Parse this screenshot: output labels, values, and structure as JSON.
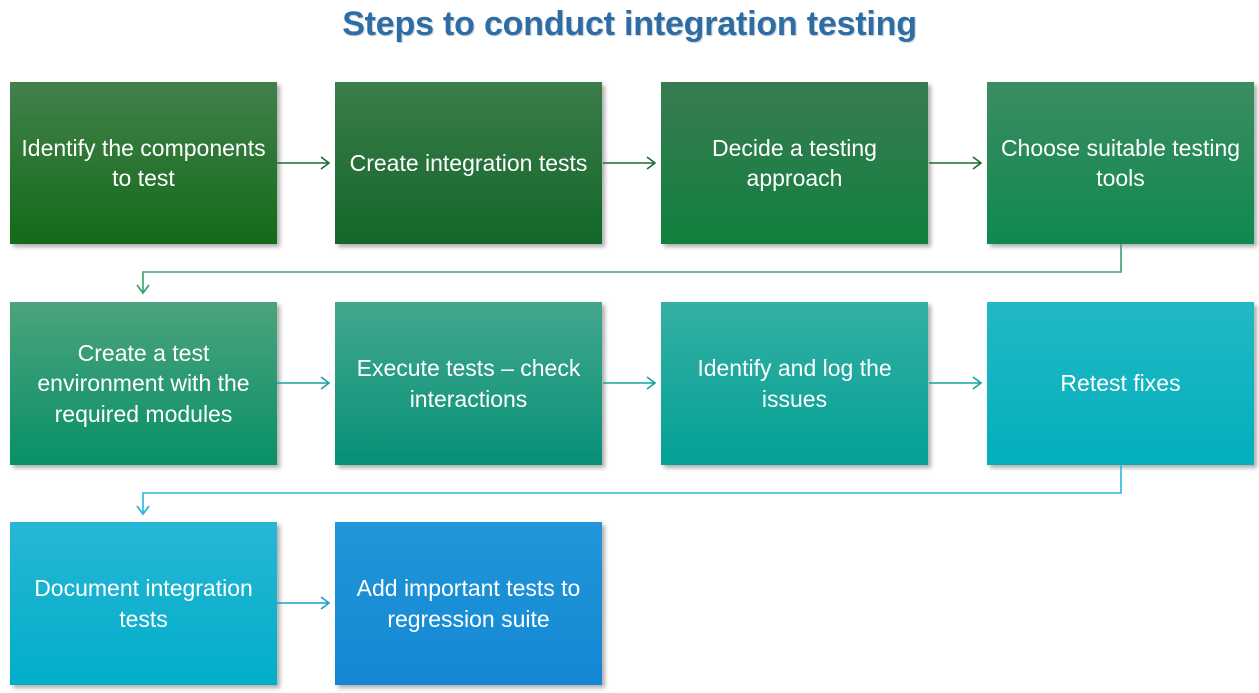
{
  "title": "Steps to conduct integration testing",
  "colors": {
    "title": "#2E6DA4",
    "row1_arrow": "#1E6B32",
    "row2_arrow": "#17A2A2",
    "row3_arrow": "#17A0CF",
    "connector1": "#3FA06A",
    "connector2": "#2BB6D8",
    "node_text": "#FFFFFF",
    "background": "#FFFFFF"
  },
  "chart_data": {
    "type": "diagram",
    "subtype": "flowchart",
    "title": "Steps to conduct integration testing",
    "flow_direction": "left-to-right, wrapping down (serpentine restart from left)",
    "node_count": 10,
    "rows": 3,
    "nodes": [
      {
        "id": 1,
        "row": 1,
        "col": 1,
        "label": "Identify the components to test",
        "fill_top": "#43804C",
        "fill_bottom": "#136B18"
      },
      {
        "id": 2,
        "row": 1,
        "col": 2,
        "label": "Create integration tests",
        "fill_top": "#3C7C4A",
        "fill_bottom": "#12672A"
      },
      {
        "id": 3,
        "row": 1,
        "col": 3,
        "label": "Decide a testing approach",
        "fill_top": "#397B53",
        "fill_bottom": "#10803E"
      },
      {
        "id": 4,
        "row": 1,
        "col": 4,
        "label": "Choose suitable testing tools",
        "fill_top": "#3C8C62",
        "fill_bottom": "#0E8A4E"
      },
      {
        "id": 5,
        "row": 2,
        "col": 1,
        "label": "Create a test environment with the required modules",
        "fill_top": "#4CA37C",
        "fill_bottom": "#089068"
      },
      {
        "id": 6,
        "row": 2,
        "col": 2,
        "label": "Execute tests – check interactions",
        "fill_top": "#43A78E",
        "fill_bottom": "#069177"
      },
      {
        "id": 7,
        "row": 2,
        "col": 3,
        "label": "Identify and log the issues",
        "fill_top": "#35AFA2",
        "fill_bottom": "#03A197"
      },
      {
        "id": 8,
        "row": 2,
        "col": 4,
        "label": "Retest fixes",
        "fill_top": "#22B8C4",
        "fill_bottom": "#02AFBD"
      },
      {
        "id": 9,
        "row": 3,
        "col": 1,
        "label": "Document integration tests",
        "fill_top": "#27B6D6",
        "fill_bottom": "#01AEC9"
      },
      {
        "id": 10,
        "row": 3,
        "col": 2,
        "label": "Add important tests to regression suite",
        "fill_top": "#2196D8",
        "fill_bottom": "#1487D4"
      }
    ],
    "edges": [
      {
        "from": 1,
        "to": 2,
        "type": "straight-arrow",
        "color": "#1E6B32"
      },
      {
        "from": 2,
        "to": 3,
        "type": "straight-arrow",
        "color": "#1E6B32"
      },
      {
        "from": 3,
        "to": 4,
        "type": "straight-arrow",
        "color": "#1E6B32"
      },
      {
        "from": 4,
        "to": 5,
        "type": "elbow-wrap-arrow",
        "color": "#3FA06A"
      },
      {
        "from": 5,
        "to": 6,
        "type": "straight-arrow",
        "color": "#17A2A2"
      },
      {
        "from": 6,
        "to": 7,
        "type": "straight-arrow",
        "color": "#17A2A2"
      },
      {
        "from": 7,
        "to": 8,
        "type": "straight-arrow",
        "color": "#17A2A2"
      },
      {
        "from": 8,
        "to": 9,
        "type": "elbow-wrap-arrow",
        "color": "#2BB6D8"
      },
      {
        "from": 9,
        "to": 10,
        "type": "straight-arrow",
        "color": "#17A0CF"
      }
    ]
  }
}
